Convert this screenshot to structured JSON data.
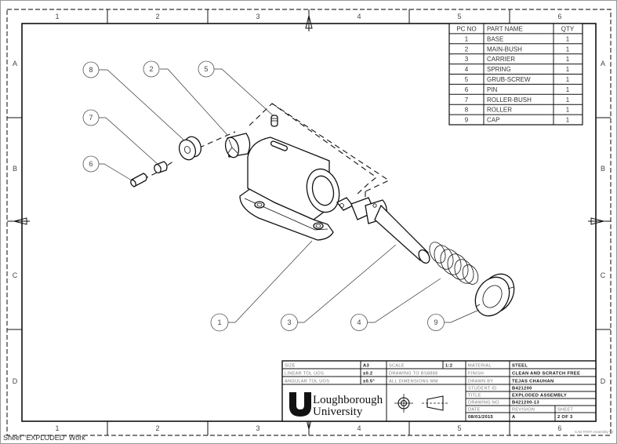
{
  "sheet": {
    "footer_label": "Sheet \"EXPLODED\" Work",
    "corner_note": "CAD PART Assembly V2"
  },
  "zones": {
    "columns": [
      "1",
      "2",
      "3",
      "4",
      "5",
      "6"
    ],
    "rows": [
      "A",
      "B",
      "C",
      "D"
    ]
  },
  "parts_list": {
    "headers": [
      "PC NO",
      "PART NAME",
      "QTY"
    ],
    "rows": [
      {
        "no": "1",
        "name": "BASE",
        "qty": "1"
      },
      {
        "no": "2",
        "name": "MAIN-BUSH",
        "qty": "1"
      },
      {
        "no": "3",
        "name": "CARRIER",
        "qty": "1"
      },
      {
        "no": "4",
        "name": "SPRING",
        "qty": "1"
      },
      {
        "no": "5",
        "name": "GRUB-SCREW",
        "qty": "1"
      },
      {
        "no": "6",
        "name": "PIN",
        "qty": "1"
      },
      {
        "no": "7",
        "name": "ROLLER-BUSH",
        "qty": "1"
      },
      {
        "no": "8",
        "name": "ROLLER",
        "qty": "1"
      },
      {
        "no": "9",
        "name": "CAP",
        "qty": "1"
      }
    ]
  },
  "balloons": [
    "8",
    "2",
    "5",
    "7",
    "6",
    "1",
    "3",
    "4",
    "9"
  ],
  "title_block": {
    "size_label": "SIZE",
    "size_value": "A3",
    "linear_tol_label": "LINEAR TOL UOS",
    "linear_tol_value": "±0.2",
    "angular_tol_label": "ANGULAR TOL UOS",
    "angular_tol_value": "±0.5°",
    "scale_label": "SCALE",
    "scale_value": "1:2",
    "standard": "DRAWING TO BS8888",
    "units": "ALL DIMENSIONS MM",
    "material_label": "MATERIAL",
    "material_value": "STEEL",
    "finish_label": "FINISH",
    "finish_value": "CLEAN AND SCRATCH FREE",
    "drawn_by_label": "DRAWN BY",
    "drawn_by_value": "TEJAS CHAUHAN",
    "student_id_label": "STUDENT ID",
    "student_id_value": "B421200",
    "title_label": "TITLE",
    "title_value": "EXPLODED ASSEMBLY",
    "drawing_no_label": "DRAWING NO",
    "drawing_no_value": "B421200-13",
    "date_label": "DATE",
    "date_value": "08/01/2015",
    "revision_label": "REVISION",
    "revision_value": "A",
    "sheet_label": "SHEET",
    "sheet_value": "2 OF 3",
    "logo_line1": "Loughborough",
    "logo_line2": "University"
  }
}
